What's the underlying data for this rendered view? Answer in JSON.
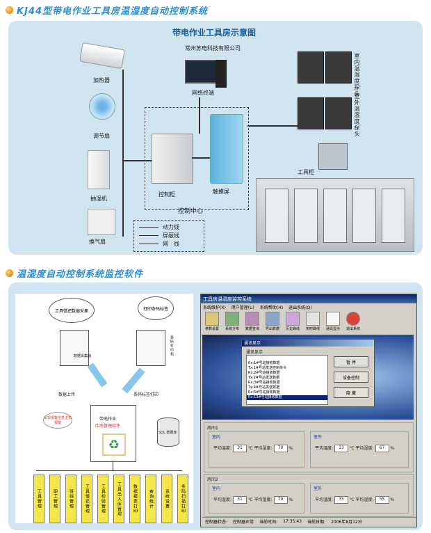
{
  "header1": "KJ44型带电作业工具房温湿度自动控制系统",
  "header2": "温湿度自动控制系统监控软件",
  "diagram": {
    "title": "带电作业工具房示意图",
    "company": "常州苏电科技有限公司",
    "devices": {
      "heater": "加热器",
      "fan": "调节扇",
      "dehumidifier": "抽湿机",
      "exhaust": "换气扇",
      "terminal": "网络终端",
      "cabinet": "控制柜",
      "touch": "触摸屏",
      "center": "控制中心",
      "toolcab": "工具柜",
      "indoor_probe": "室内温湿度探头",
      "outdoor_probe": "室外温湿度探头"
    },
    "legend": [
      "动力线",
      "屏蔽线",
      "网　线"
    ]
  },
  "software_diagram": {
    "bubble1": "工具借还数据采集",
    "bubble2": "打印条码标签",
    "collector": "数据采集器",
    "printer": "条码打印机",
    "upload": "数据上传",
    "print_label": "条码标签打印",
    "warn": "出现报警信息主机报警",
    "box_title": "带电作业",
    "box_sub": "库房管理软件",
    "db": "SQL 数据库",
    "modules": [
      "工具管理",
      "职工管理",
      "班组管理",
      "工具借还管理",
      "工具检验管理",
      "工具出入库管理",
      "数据报表打印",
      "查询统计",
      "系统设置",
      "条码扫描打印"
    ]
  },
  "window": {
    "title": "工具房温湿度监控系统",
    "menu": [
      "系统维护(X)",
      "用户管理(U)",
      "系统帮助(H)",
      "退出系统(Q)"
    ],
    "toolbar": [
      "参数设置",
      "系统分布",
      "数据查询",
      "导出数据",
      "历史曲线",
      "实时曲线",
      "通讯显示",
      "退出系统"
    ],
    "dialog": {
      "title": "通讯显示",
      "caption": "通讯显示",
      "lines": [
        "Rx:1#号站接收数据",
        "Tx:1#号站发送控制命令",
        "Rx:2#号站接收数据",
        "Tx:2#号站发送数据",
        "Rx:3#号站接收数据",
        "Tx:4#号站发送数据",
        "Rx:5#号站接收数据",
        "Rx:13#号站接收数据"
      ],
      "btn_pause": "暂 停",
      "btn_ctrl": "设备控制",
      "btn_hide": "隐 藏"
    },
    "room1": "房间1",
    "room2": "房间2",
    "indoor": "室内",
    "outdoor": "室外",
    "avg_temp": "平均温度:",
    "avg_hum": "平均湿度:",
    "deg": "℃",
    "pct": "%",
    "r1": {
      "in_t": "31",
      "in_h": "79",
      "out_t": "33",
      "out_h": "67"
    },
    "r2": {
      "in_t": "31",
      "in_h": "79",
      "out_t": "35",
      "out_h": "55"
    },
    "status": {
      "label": "控制器状态:",
      "state": "控制器正常",
      "time_label": "当前时间:",
      "time": "17:35:43",
      "date_label": "当前日期:",
      "date": "2006年8月12日"
    }
  },
  "colors": {
    "panel": "#cfe4ee",
    "header": "#2a8fd0",
    "title": "#1a5e9a",
    "module": "#f5e64a"
  }
}
